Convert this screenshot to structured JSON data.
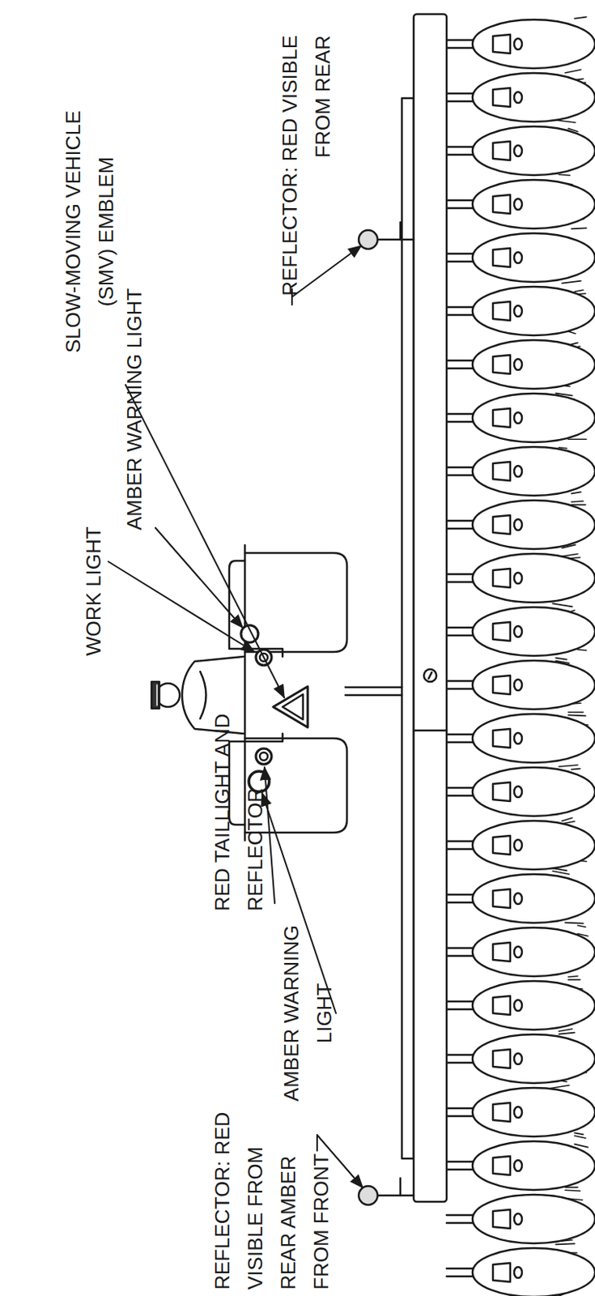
{
  "diagram": {
    "labels": [
      "REFLECTOR: RED VISIBLE FROM REAR AMBER FROM FRONT",
      "AMBER WARNING LIGHT",
      "RED TAILLIGHT AND REFLECTOR",
      "WORK LIGHT",
      "AMBER WARNING LIGHT",
      "SLOW-MOVING VEHICLE (SMV) EMBLEM",
      "REFLECTOR: RED VISIBLE FROM REAR"
    ]
  }
}
